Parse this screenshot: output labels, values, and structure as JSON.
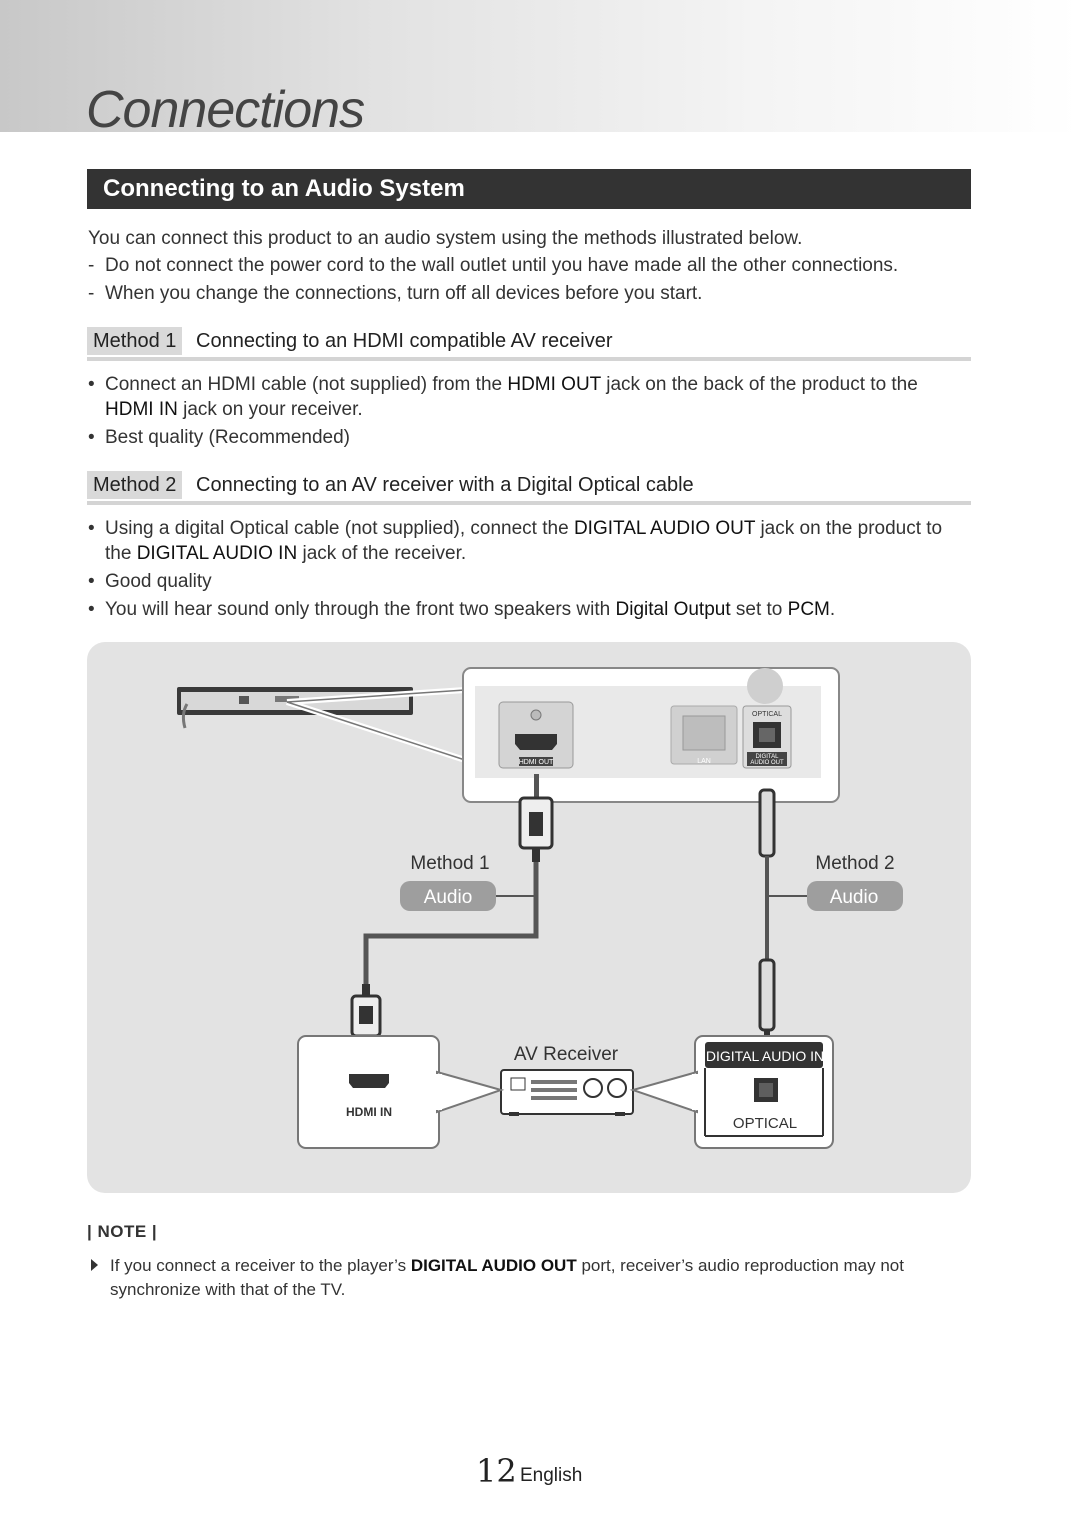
{
  "header": {
    "title": "Connections"
  },
  "section": {
    "title": "Connecting to an Audio System"
  },
  "intro": {
    "text": "You can connect this product to an audio system using the methods illustrated below.",
    "dash_items": [
      "Do not connect the power cord to the wall outlet until you have made all the other connections.",
      "When you change the connections, turn off all devices before you start."
    ]
  },
  "method1": {
    "tag": "Method 1",
    "title": "Connecting to an HDMI compatible AV receiver",
    "b1_p1": "Connect an HDMI cable (not supplied) from the ",
    "b1_bold1": "HDMI OUT",
    "b1_p2": " jack on the back of the product to the",
    "b1_bold2": "HDMI IN",
    "b1_p3": " jack on your receiver.",
    "b2": "Best quality (Recommended)"
  },
  "method2": {
    "tag": "Method 2",
    "title": "Connecting to an AV receiver with a Digital Optical cable",
    "b1_p1": "Using a digital Optical cable (not supplied), connect the ",
    "b1_bold1": "DIGITAL AUDIO OUT",
    "b1_p2": " jack on the product to",
    "b1_p3": "the ",
    "b1_bold2": "DIGITAL AUDIO IN",
    "b1_p4": " jack of the receiver.",
    "b2": "Good quality",
    "b3_p1": "You will hear sound only through the front two speakers with ",
    "b3_bold1": "Digital Output",
    "b3_p2": " set to ",
    "b3_bold2": "PCM",
    "b3_p3": "."
  },
  "diagram": {
    "port_hdmi_out": "HDMI OUT",
    "port_lan": "LAN",
    "port_optical_top": "OPTICAL",
    "port_digital_out_1": "DIGITAL",
    "port_digital_out_2": "AUDIO OUT",
    "method1_label": "Method 1",
    "method2_label": "Method 2",
    "audio_label_1": "Audio",
    "audio_label_2": "Audio",
    "av_receiver": "AV Receiver",
    "hdmi_in": "HDMI IN",
    "digital_audio_in": "DIGITAL AUDIO IN",
    "optical": "OPTICAL"
  },
  "note": {
    "label": "| NOTE |",
    "p1": "If you connect a receiver to the player’s ",
    "bold": "DIGITAL AUDIO OUT",
    "p2": " port, receiver’s audio reproduction may not synchronize with that of the TV."
  },
  "footer": {
    "page_number": "12",
    "language": "English"
  }
}
